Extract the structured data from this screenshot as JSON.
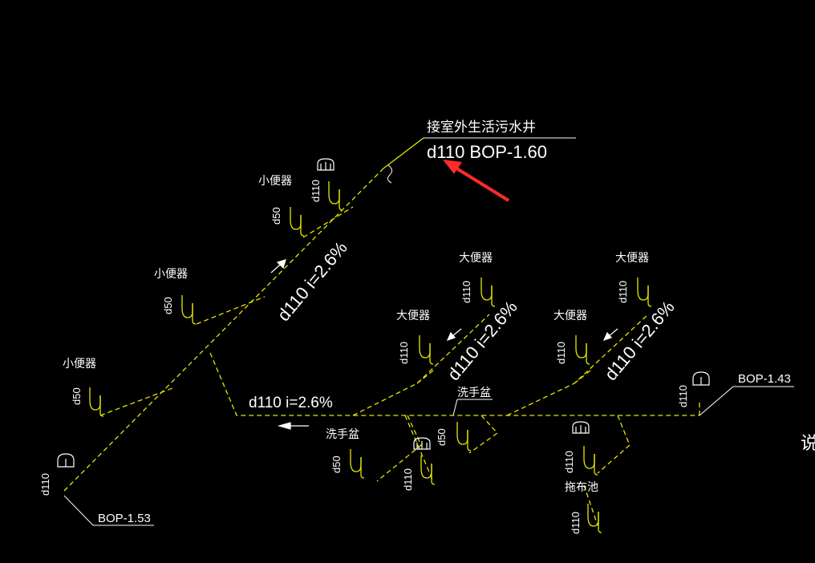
{
  "colors": {
    "background": "#000000",
    "pipe": "#e6e600",
    "text": "#ffffff",
    "fixture": "#ffffff",
    "arrow": "#ff2a2a"
  },
  "outlet": {
    "label": "接室外生活污水井",
    "spec": "d110  BOP-1.60"
  },
  "pipe_specs": {
    "d110": "d110",
    "d50": "d50",
    "main_slope": "d110  i=2.6%",
    "branch_slope": "d110  i=2.6%"
  },
  "levels": {
    "left": "BOP-1.53",
    "right": "BOP-1.43"
  },
  "fixtures": {
    "urinal": "小便器",
    "toilet": "大便器",
    "wash_basin": "洗手盆",
    "mop_sink": "拖布池"
  },
  "edge_char": "说",
  "icons": {
    "arrow": "red-arrow-icon",
    "flow": "flow-arrow-icon",
    "cleanout": "cleanout-icon",
    "drain": "floor-drain-icon",
    "trap": "trap-icon"
  }
}
